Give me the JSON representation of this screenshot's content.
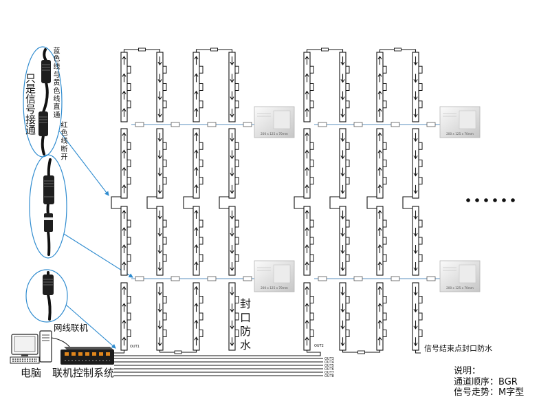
{
  "callout_notes": {
    "signal_only": "只是信号接通",
    "blue_yellow_through": "蓝色线与黄色线直通",
    "red_cut": "红色线断开"
  },
  "labels": {
    "seal_waterproof": "封口防水",
    "network_link": "网线联机",
    "computer": "电脑",
    "control_system": "联机控制系统",
    "signal_end": "信号结束点封口防水"
  },
  "legend": {
    "title": "说明：",
    "channel_order": "通道顺序：BGR",
    "signal_trend": "信号走势：M字型"
  },
  "outputs": [
    "OUT1",
    "OUT2",
    "OUT3",
    "OUT4",
    "OUT5",
    "OUT6",
    "OUT7",
    "OUT8"
  ],
  "power_supply": {
    "size_label": "200 x 125 x 70mm"
  },
  "icons": {
    "computer": "computer-icon",
    "controller": "controller-box-icon",
    "power_supply": "power-supply-icon",
    "connector": "waterproof-connector-icon",
    "strip_arrow_up": "arrow-up-icon",
    "strip_arrow_down": "arrow-down-icon"
  },
  "colors": {
    "callout": "#2e8bcf",
    "feed_wire": "#5a8fbf",
    "wire": "#111111",
    "port": "#e0861c",
    "controller": "#1c1c1c"
  }
}
